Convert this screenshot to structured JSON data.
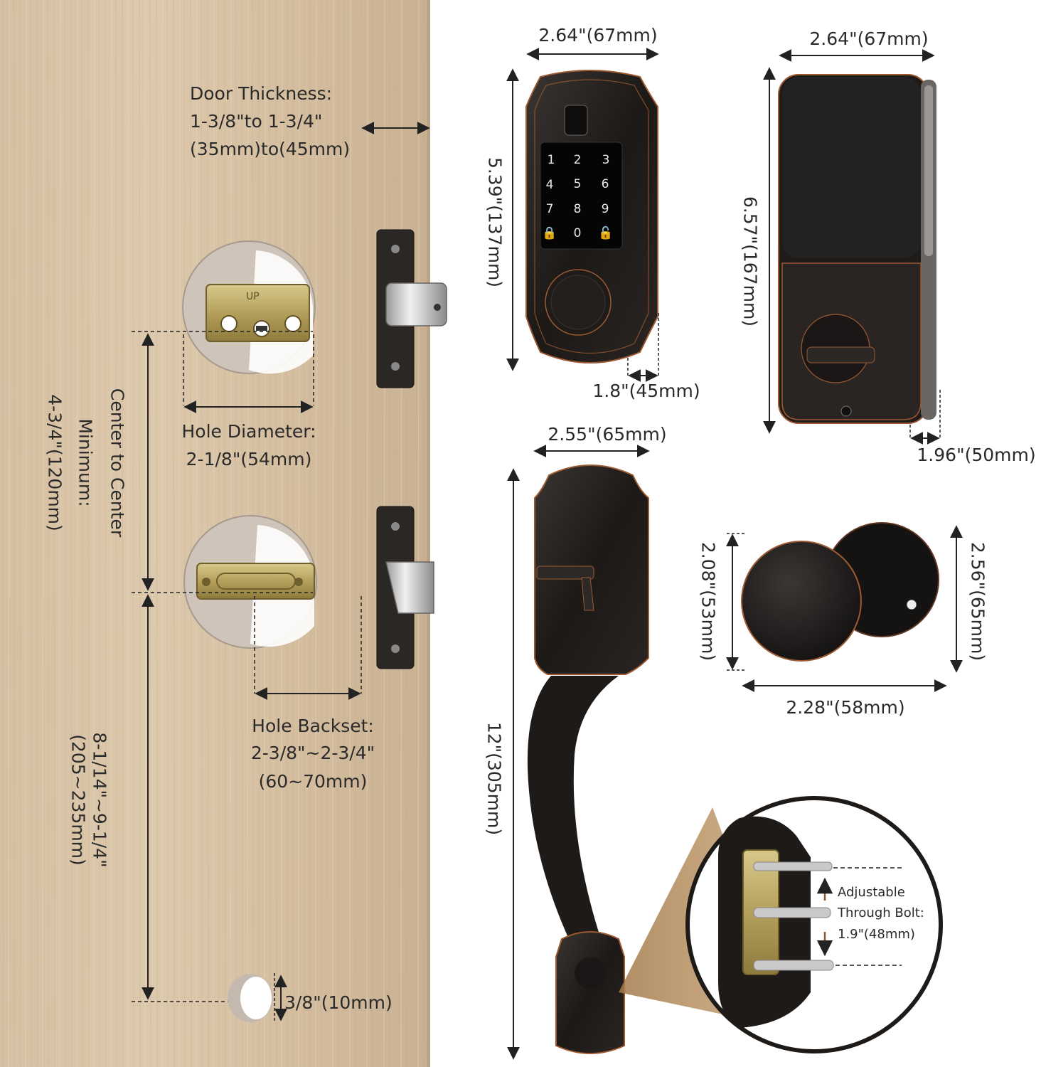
{
  "door": {
    "thickness_title": "Door Thickness:",
    "thickness_range": "1-3/8\"to 1-3/4\"",
    "thickness_mm": "(35mm)to(45mm)",
    "hole_diameter_title": "Hole Diameter:",
    "hole_diameter_value": "2-1/8\"(54mm)",
    "center_line1": "Center to Center",
    "center_line2": "Minimum:",
    "center_line3": "4-3/4\"(120mm)",
    "backset_title": "Hole Backset:",
    "backset_range": "2-3/8\"~2-3/4\"",
    "backset_mm": "(60~70mm)",
    "lower_line1": "8-1/14\"~9-1/4\"",
    "lower_line2": "(205~235mm)",
    "strike_hole": "3/8\"(10mm)",
    "latch_stamp": "UP"
  },
  "keypad_front": {
    "width": "2.64\"(67mm)",
    "height": "5.39\"(137mm)",
    "depth": "1.8\"(45mm)",
    "keys": [
      "1",
      "2",
      "3",
      "4",
      "5",
      "6",
      "7",
      "8",
      "9",
      "0"
    ]
  },
  "keypad_back": {
    "width": "2.64\"(67mm)",
    "height": "6.57\"(167mm)",
    "depth": "1.96\"(50mm)"
  },
  "handle": {
    "width": "2.55\"(65mm)",
    "height": "12\"(305mm)"
  },
  "knob": {
    "knob_diameter": "2.08\"(53mm)",
    "rose_diameter": "2.56\"(65mm)",
    "depth": "2.28\"(58mm)"
  },
  "bolt": {
    "line1": "Adjustable",
    "line2": "Through Bolt:",
    "line3": "1.9\"(48mm)"
  },
  "colors": {
    "wood": "#d9c3a6",
    "finish": "#1d1a18",
    "copper_edge": "#9c5a32",
    "latch_brass": "#b9a464"
  }
}
